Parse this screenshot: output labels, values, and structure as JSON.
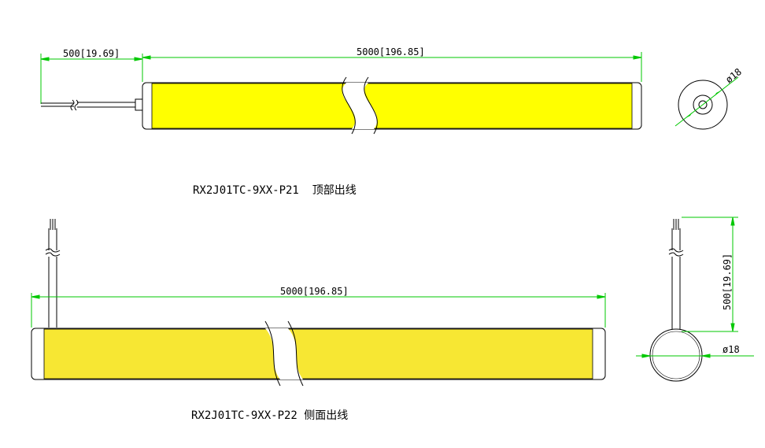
{
  "colors": {
    "tube_fill": "#ffff00",
    "tube_fill_side": "#f7e733",
    "end_cap": "#ffffff",
    "dimension": "#00c800",
    "outline": "#000000"
  },
  "top_exit": {
    "cable_length_label": "500[19.69]",
    "tube_length_label": "5000[196.85]",
    "diameter_label": "ø18",
    "caption": "RX2J01TC-9XX-P21  顶部出线"
  },
  "side_exit": {
    "tube_length_label": "5000[196.85]",
    "cable_length_label": "500[19.69]",
    "diameter_label": "ø18",
    "caption": "RX2J01TC-9XX-P22 侧面出线"
  }
}
